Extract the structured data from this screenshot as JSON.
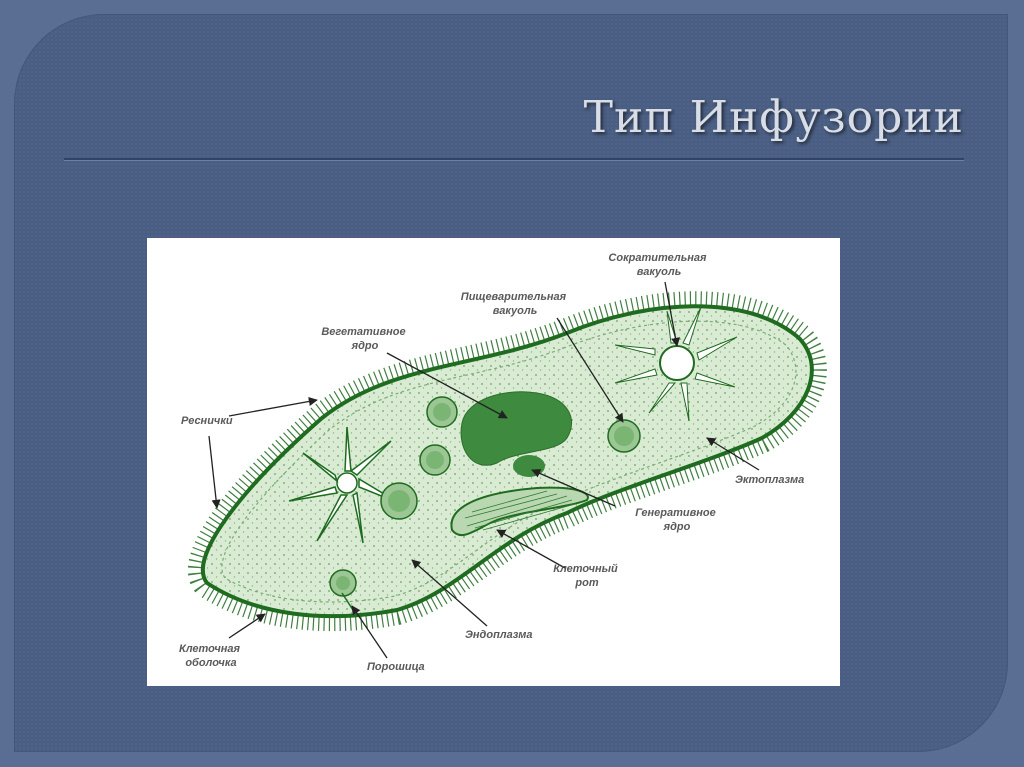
{
  "slide": {
    "title": "Тип Инфузории"
  },
  "diagram": {
    "labels": {
      "contractile_vacuole": [
        "Сократительная",
        "вакуоль"
      ],
      "digestive_vacuole": [
        "Пищеварительная",
        "вакуоль"
      ],
      "vegetative_nucleus": [
        "Вегетативное",
        "ядро"
      ],
      "cilia": "Реснички",
      "ectoplasm": "Эктоплазма",
      "generative_nucleus": [
        "Генеративное",
        "ядро"
      ],
      "cell_mouth": [
        "Клеточный",
        "рот"
      ],
      "endoplasm": "Эндоплазма",
      "cell_membrane": [
        "Клеточная",
        "оболочка"
      ],
      "anal_pore": "Порошица"
    },
    "colors": {
      "membrane": "#1f6b1f",
      "cytoplasm": "#d9ecd3",
      "nucleus": "#3e8a3e",
      "label": "#5a5a5a"
    }
  }
}
